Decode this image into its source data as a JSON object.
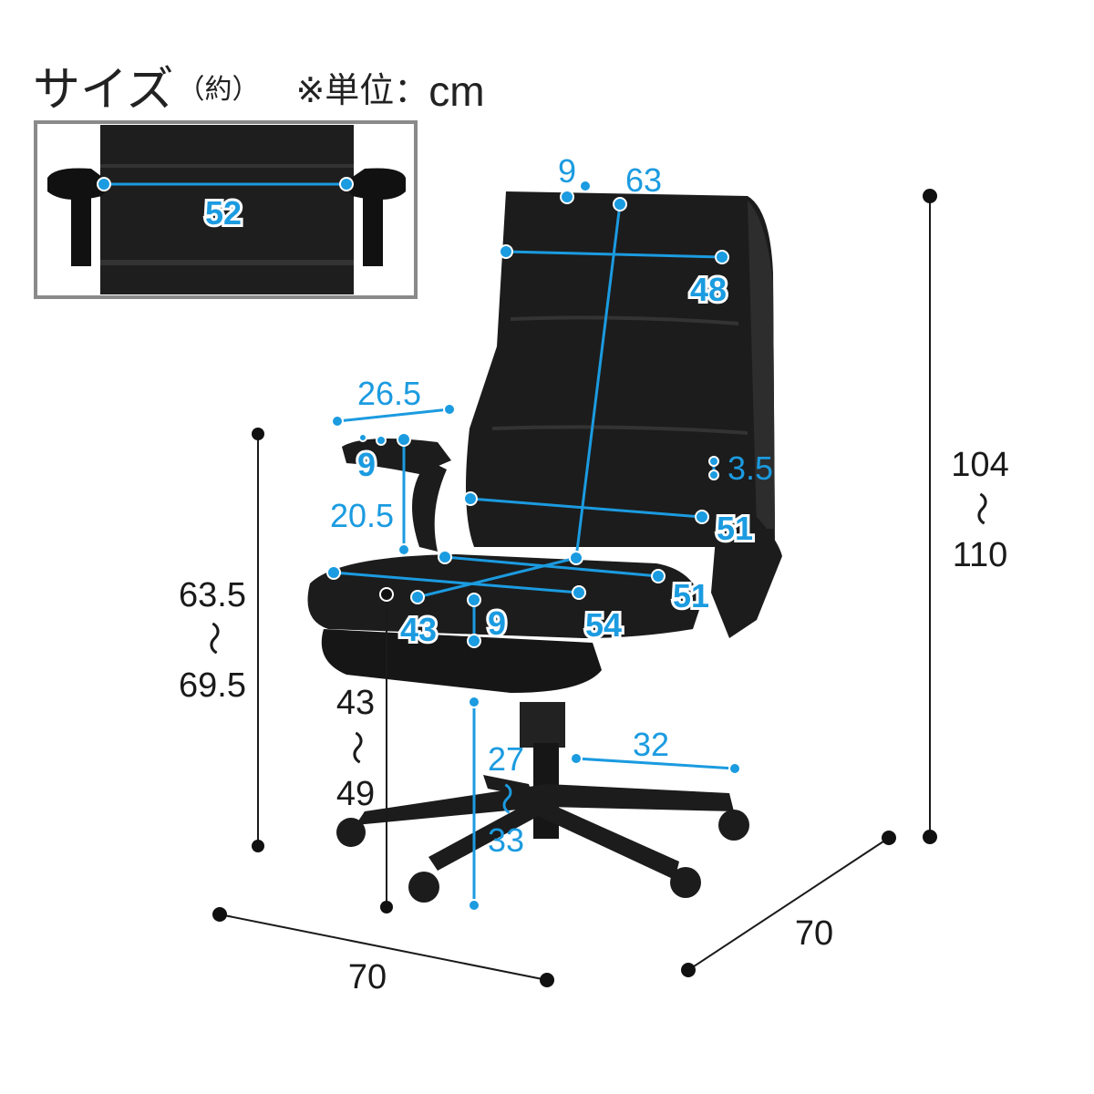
{
  "header": {
    "title": "サイズ",
    "approx": "（約）",
    "unit_prefix": "※単位：",
    "unit": "cm"
  },
  "inset": {
    "armrest_inner_width": "52"
  },
  "dimensions_blue": {
    "headrest_depth": "9",
    "back_height": "63",
    "back_width": "48",
    "armrest_length": "26.5",
    "armrest_width": "9",
    "armrest_height_from_seat": "20.5",
    "armrest_thickness": "3.5",
    "back_width_lower": "51",
    "seat_width_back": "51",
    "seat_depth": "43",
    "seat_thickness": "9",
    "seat_width_front": "54",
    "seat_height_min": "27",
    "seat_height_max": "33",
    "base_radius": "32"
  },
  "dimensions_black": {
    "total_height_min": "104",
    "total_height_max": "110",
    "armrest_height_min": "63.5",
    "armrest_height_max": "69.5",
    "seat_height_min": "43",
    "seat_height_max": "49",
    "width": "70",
    "depth": "70",
    "range_symbol": "〜"
  },
  "colors": {
    "accent": "#1b9be0",
    "chair": "#1c1c1c",
    "frame": "#8a8a8a"
  }
}
